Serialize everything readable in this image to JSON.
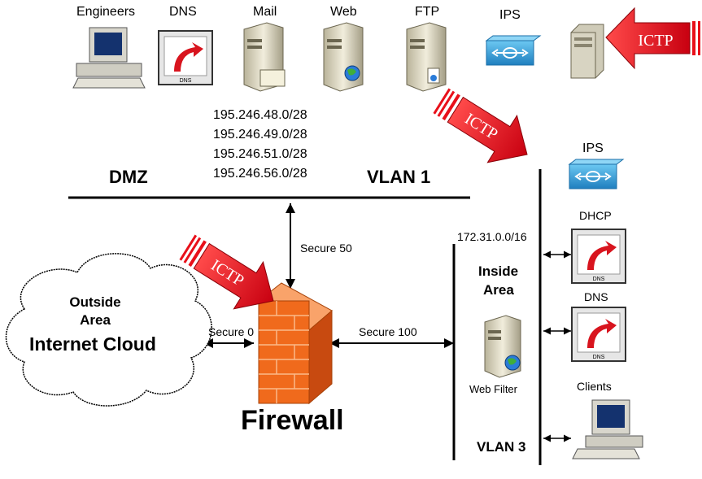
{
  "top_devices": [
    "Engineers",
    "DNS",
    "Mail",
    "Web",
    "FTP",
    "IPS"
  ],
  "dmz": {
    "label": "DMZ",
    "vlan": "VLAN 1",
    "subnets": [
      "195.246.48.0/28",
      "195.246.49.0/28",
      "195.246.51.0/28",
      "195.246.56.0/28"
    ]
  },
  "links": {
    "dmz_link": "Secure 50",
    "outside_link": "Secure 0",
    "inside_link": "Secure 100"
  },
  "outside": {
    "line1": "Outside",
    "line2": "Area",
    "line3": "Internet Cloud"
  },
  "firewall": {
    "label": "Firewall"
  },
  "inside": {
    "subnet": "172.31.0.0/16",
    "line1": "Inside",
    "line2": "Area",
    "web_filter": "Web Filter",
    "vlan": "VLAN 3"
  },
  "right_devices": {
    "ips": "IPS",
    "dhcp": "DHCP",
    "dns": "DNS",
    "clients": "Clients"
  },
  "icon_caption": "DNS",
  "watermark": "ICTP",
  "colors": {
    "arrow_red": "#e8101a",
    "ips_blue": "#2a9fd8",
    "wall_orange": "#f06a1c"
  }
}
